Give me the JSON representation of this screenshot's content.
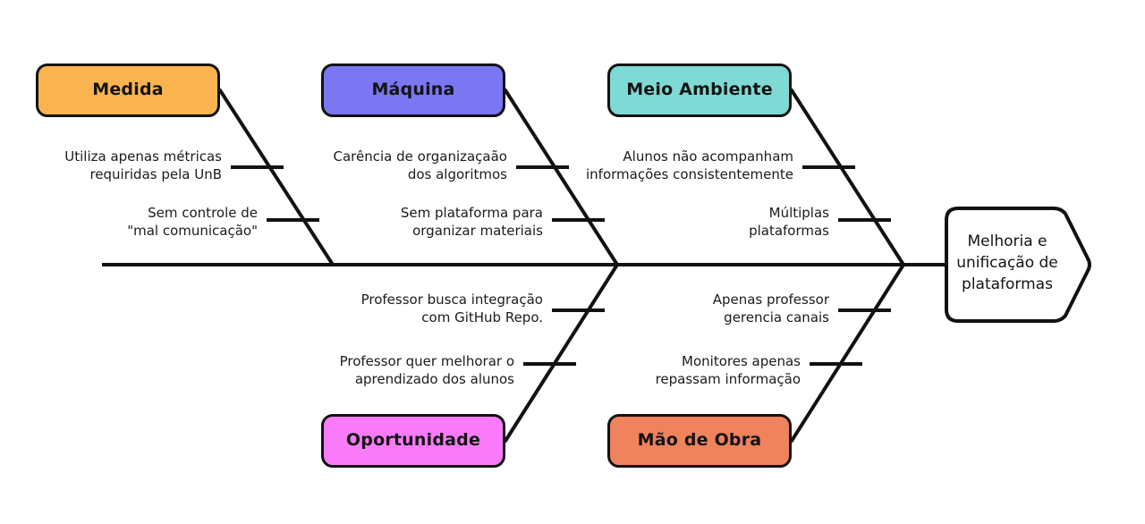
{
  "diagram": {
    "type": "fishbone-ishikawa",
    "language": "pt-BR",
    "background_color": "#FFFFFF",
    "line_color": "#121212",
    "effect": {
      "label": "Melhoria e\nunificação de\nplataformas",
      "fill_color": "#FFFFFF",
      "border_color": "#121212"
    },
    "categories": [
      {
        "id": "medida",
        "label": "Medida",
        "fill_color": "#F9B450",
        "side": "top",
        "causes": [
          "Utiliza apenas métricas\nrequiridas pela UnB",
          "Sem controle de\n\"mal comunicação\""
        ]
      },
      {
        "id": "maquina",
        "label": "Máquina",
        "fill_color": "#7B76F1",
        "side": "top",
        "causes": [
          "Carência de organizaçaão\ndos algoritmos",
          "Sem plataforma para\norganizar materiais"
        ]
      },
      {
        "id": "meio-ambiente",
        "label": "Meio Ambiente",
        "fill_color": "#7FD9D4",
        "side": "top",
        "causes": [
          "Alunos não acompanham\ninformações consistentemente",
          "Múltiplas\nplataformas"
        ]
      },
      {
        "id": "oportunidade",
        "label": "Oportunidade",
        "fill_color": "#F97BF9",
        "side": "bottom",
        "causes": [
          "Professor busca integração\ncom GitHub Repo.",
          "Professor quer melhorar o\naprendizado dos alunos"
        ]
      },
      {
        "id": "mao-de-obra",
        "label": "Mão de Obra",
        "fill_color": "#F0825C",
        "side": "bottom",
        "causes": [
          "Apenas professor\ngerencia canais",
          "Monitores apenas\nrepassam informação"
        ]
      }
    ]
  }
}
